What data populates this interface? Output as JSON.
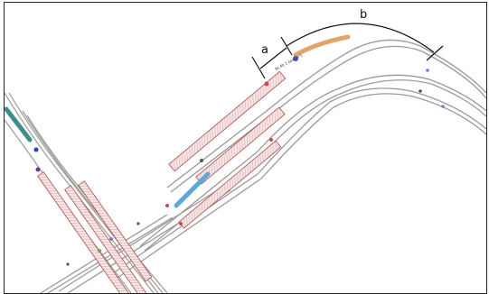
{
  "labels": {
    "a": "a",
    "b": "b"
  },
  "colors": {
    "track": "#9a9a9a",
    "platform_fill": "#f3dede",
    "platform_stroke": "#b64a4a",
    "highlight_orange": "#e3a46a",
    "highlight_teal": "#3a8f8a",
    "highlight_blue": "#5aa9d8",
    "dimension": "#111111"
  },
  "icons": {
    "signal_marker": "signal-marker-icon",
    "node_marker": "node-marker-icon"
  },
  "track_labels": {
    "annotation_1": "Ac.4b 1 Gew.m 1"
  }
}
